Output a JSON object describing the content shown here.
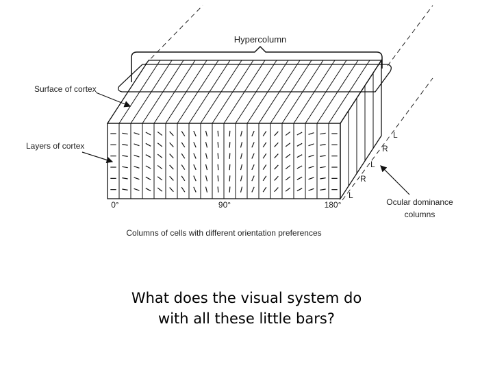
{
  "diagram": {
    "hypercolumn_label": "Hypercolumn",
    "surface_label": "Surface of cortex",
    "layers_label": "Layers of cortex",
    "angle_labels": [
      "0°",
      "90°",
      "180°"
    ],
    "eye_labels": [
      "L",
      "R",
      "L",
      "R",
      "L"
    ],
    "ocular_label_line1": "Ocular dominance",
    "ocular_label_line2": "columns",
    "columns_caption": "Columns of cells with different orientation preferences"
  },
  "caption": {
    "line1": "What does the visual system do",
    "line2": "with all these little bars?"
  }
}
